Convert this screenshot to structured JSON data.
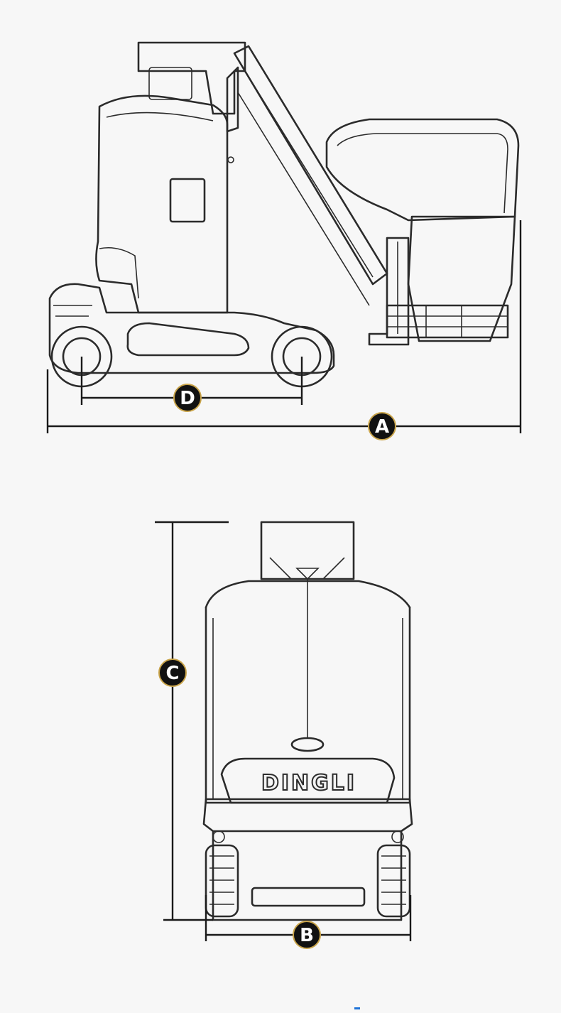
{
  "side_view": {
    "dimension_labels": {
      "overall_length": "A",
      "wheelbase": "D"
    }
  },
  "rear_view": {
    "dimension_labels": {
      "height": "C",
      "width": "B"
    },
    "brand_text": "DINGLI"
  }
}
